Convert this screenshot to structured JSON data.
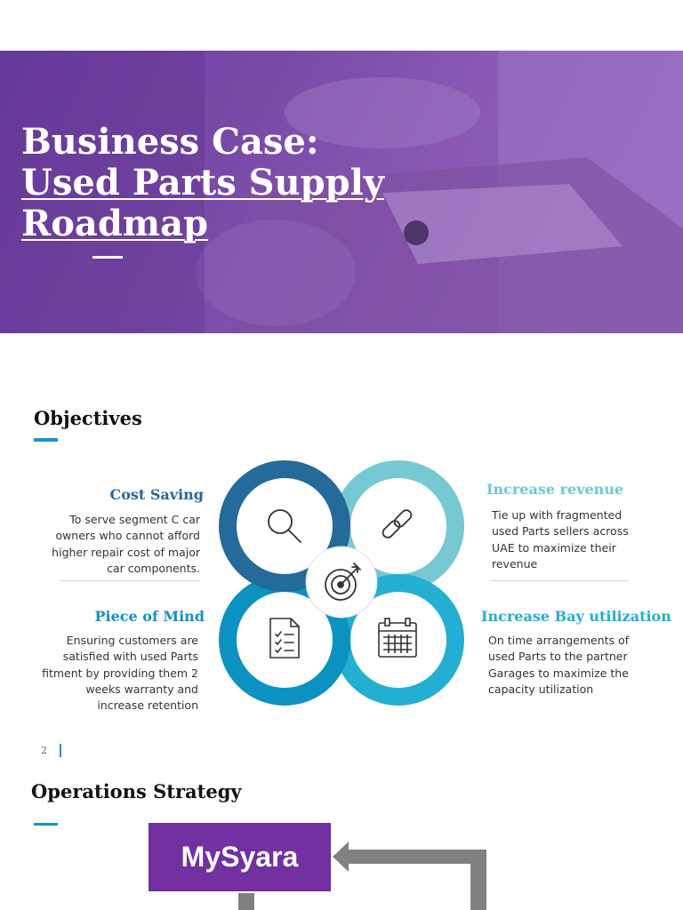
{
  "hero": {
    "title_line1": "Business Case:",
    "title_line2": "Used Parts Supply",
    "title_line3": "Roadmap"
  },
  "objectives": {
    "heading": "Objectives",
    "items": [
      {
        "title": "Cost Saving",
        "color": "#246a9b",
        "text": "To serve segment C car owners who cannot afford higher repair cost of major car components."
      },
      {
        "title": "Increase revenue",
        "color": "#6fc7d3",
        "text": "Tie up with fragmented used Parts sellers across UAE to maximize their revenue"
      },
      {
        "title": "Piece of Mind",
        "color": "#1491c1",
        "text": "Ensuring customers are satisfied with used Parts fitment by providing them 2 weeks warranty and increase retention"
      },
      {
        "title": "Increase Bay utilization",
        "color": "#22aed0",
        "text": "On time arrangements of used Parts to the partner Garages to maximize the capacity utilization"
      }
    ],
    "icons": [
      "search-icon",
      "link-icon",
      "target-icon",
      "checklist-document-icon",
      "calendar-icon"
    ]
  },
  "page_number": "2",
  "operations": {
    "heading": "Operations Strategy",
    "box_label": "MySyara",
    "box_color": "#7230a0"
  }
}
